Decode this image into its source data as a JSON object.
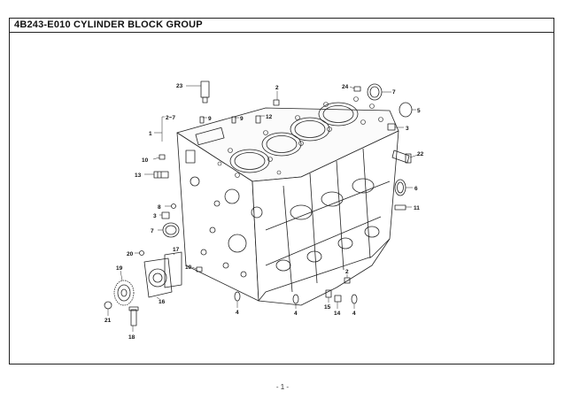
{
  "document": {
    "title": "4B243-E010   CYLINDER BLOCK GROUP",
    "page_number": "- 1 -"
  },
  "diagram": {
    "subject": "cylinder block assembly exploded view",
    "callouts": [
      {
        "id": "c23",
        "label": "23"
      },
      {
        "id": "c2a",
        "label": "2"
      },
      {
        "id": "c24",
        "label": "24"
      },
      {
        "id": "c7a",
        "label": "7"
      },
      {
        "id": "c5",
        "label": "5"
      },
      {
        "id": "c3a",
        "label": "3"
      },
      {
        "id": "c22",
        "label": "22"
      },
      {
        "id": "c2to7",
        "label": "2~7"
      },
      {
        "id": "c1",
        "label": "1"
      },
      {
        "id": "c9a",
        "label": "9"
      },
      {
        "id": "c9b",
        "label": "9"
      },
      {
        "id": "c12",
        "label": "12"
      },
      {
        "id": "c10a",
        "label": "10"
      },
      {
        "id": "c13",
        "label": "13"
      },
      {
        "id": "c6",
        "label": "6"
      },
      {
        "id": "c8",
        "label": "8"
      },
      {
        "id": "c3b",
        "label": "3"
      },
      {
        "id": "c7b",
        "label": "7"
      },
      {
        "id": "c11",
        "label": "11"
      },
      {
        "id": "c20",
        "label": "20"
      },
      {
        "id": "c17",
        "label": "17"
      },
      {
        "id": "c10b",
        "label": "10"
      },
      {
        "id": "c19",
        "label": "19"
      },
      {
        "id": "c16",
        "label": "16"
      },
      {
        "id": "c21",
        "label": "21"
      },
      {
        "id": "c18",
        "label": "18"
      },
      {
        "id": "c4a",
        "label": "4"
      },
      {
        "id": "c4b",
        "label": "4"
      },
      {
        "id": "c2b",
        "label": "2"
      },
      {
        "id": "c15",
        "label": "15"
      },
      {
        "id": "c14",
        "label": "14"
      },
      {
        "id": "c4c",
        "label": "4"
      }
    ]
  }
}
